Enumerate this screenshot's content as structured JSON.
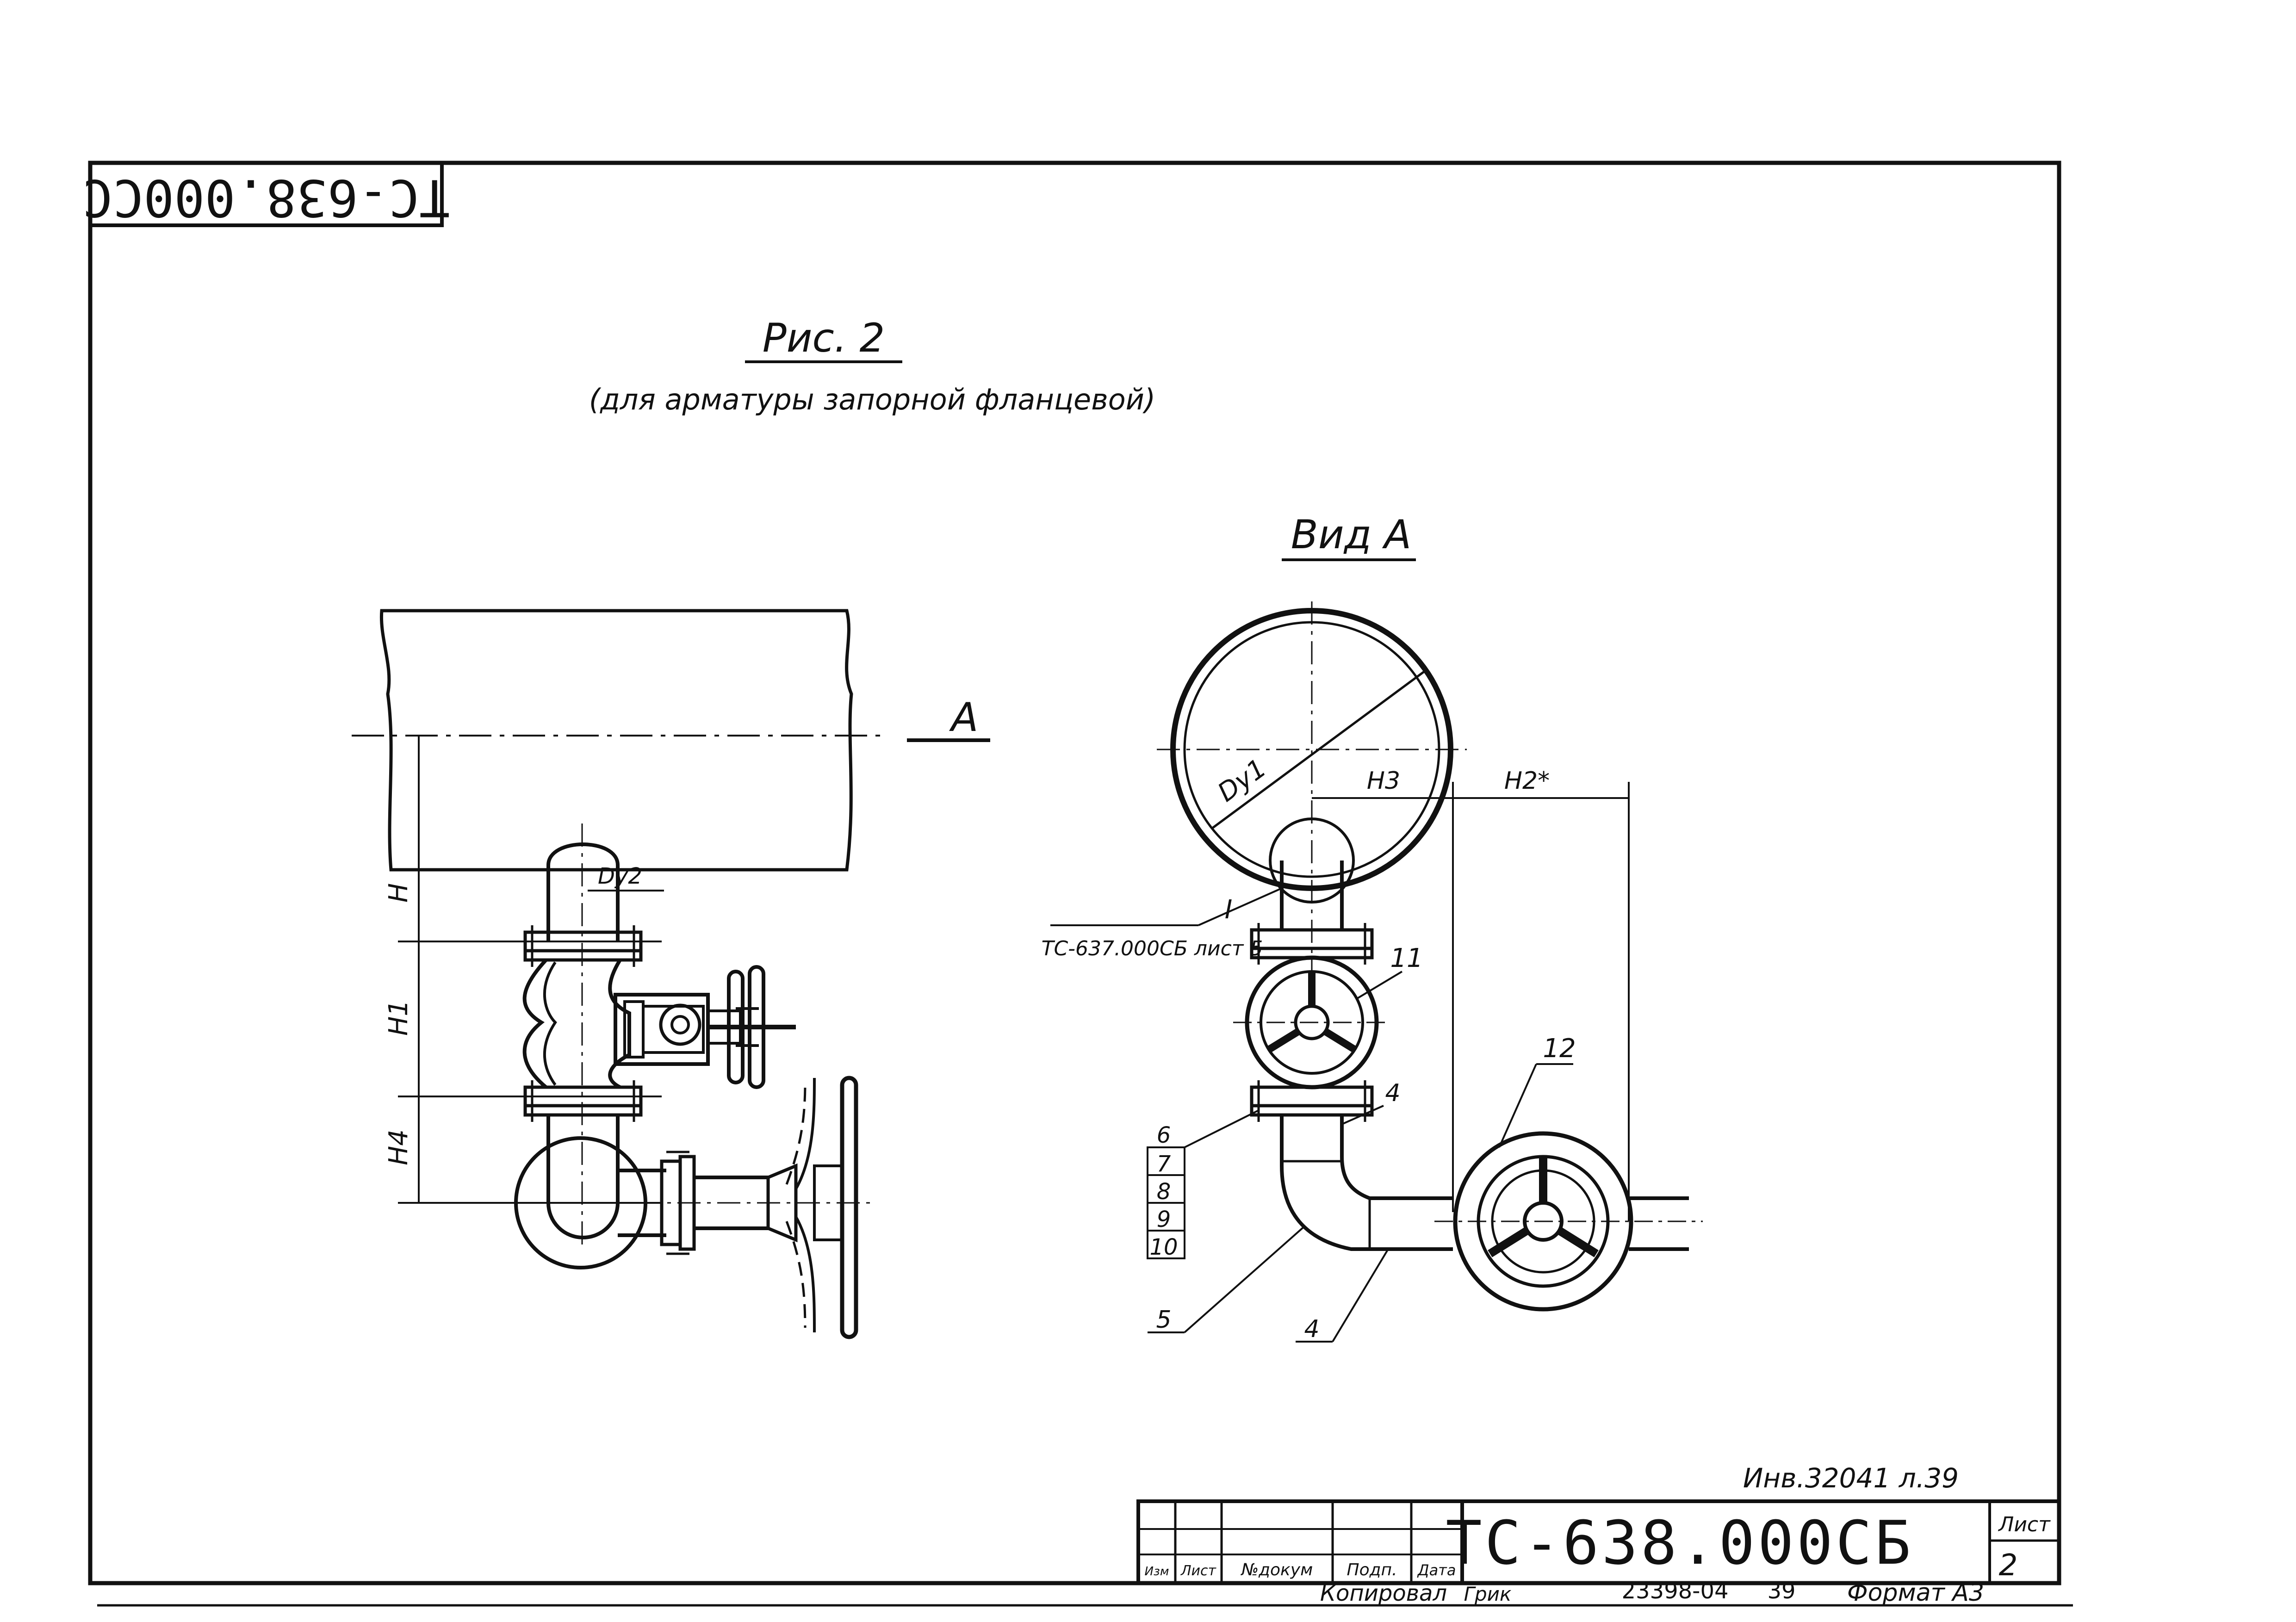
{
  "drawing": {
    "corner_code": "TC-638.000CC",
    "figure_title": "Рис. 2",
    "figure_subtitle": "(для арматуры запорной фланцевой)",
    "view_title": "Вид А",
    "view_marker": "А",
    "dims": {
      "h": "Н",
      "h1": "Н1",
      "h4": "Н4",
      "h3": "Н3",
      "h2": "Н2*",
      "dy1": "Dу1",
      "dy2": "Dу2"
    },
    "callouts": {
      "i": "I",
      "ref": "ТС-637.000СБ лист 5",
      "c4a": "4",
      "c4b": "4",
      "c5": "5",
      "c6": "6",
      "c7": "7",
      "c8": "8",
      "c9": "9",
      "c10": "10",
      "c11": "11",
      "c12": "12"
    }
  },
  "title_block": {
    "doc_code": "ТС-638.000СБ",
    "sheet_label": "Лист",
    "sheet_number": "2",
    "inv_note": "Инв.32041 л.39",
    "col_izm": "Изм",
    "col_list": "Лист",
    "col_doc": "№докум",
    "col_sign": "Подп.",
    "col_date": "Дата",
    "copied": "Копировал",
    "copied_sign": "Грик",
    "order_no": "23398-04",
    "order_sheet": "39",
    "format": "Формат А3"
  }
}
